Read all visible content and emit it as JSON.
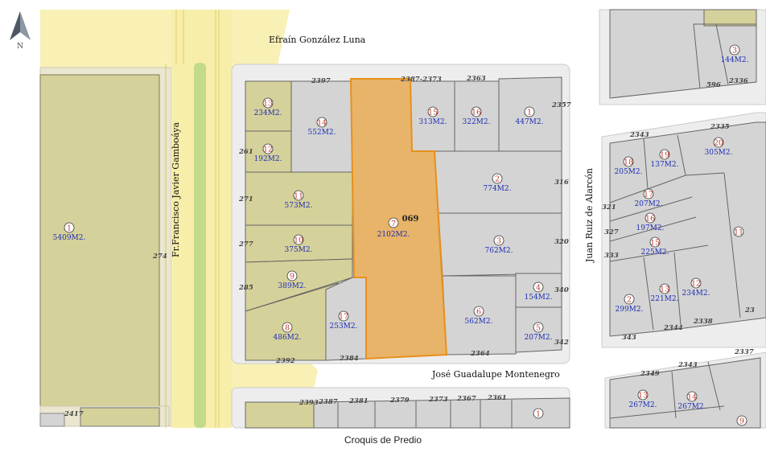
{
  "caption": "Croquis de Predio",
  "north_label": "N",
  "streets": {
    "top": "Efraín González Luna",
    "bottom": "José Guadalupe Montenegro",
    "left": "Fr.Francisco Javier Gamboáya",
    "right": "Juan Ruiz de Alarcón"
  },
  "colors": {
    "highlight": "#e8b469",
    "highlight_border": "#e8901c",
    "lot_gray": "#d4d4d4",
    "lot_olive": "#d5d19a",
    "zone_yellow": "#f8f0b4",
    "median_green": "#c3d98c"
  },
  "selected_lot": {
    "number": "7",
    "area": "2102M2.",
    "tag": "069"
  },
  "lots": [
    {
      "n": "1",
      "a": "5409M2."
    },
    {
      "n": "13",
      "a": "234M2."
    },
    {
      "n": "14",
      "a": "552M2."
    },
    {
      "n": "12",
      "a": "192M2."
    },
    {
      "n": "11",
      "a": "573M2."
    },
    {
      "n": "10",
      "a": "375M2."
    },
    {
      "n": "9",
      "a": "389M2."
    },
    {
      "n": "8",
      "a": "486M2."
    },
    {
      "n": "17",
      "a": "253M2."
    },
    {
      "n": "15",
      "a": "313M2."
    },
    {
      "n": "16",
      "a": "322M2."
    },
    {
      "n": "1",
      "a": "447M2."
    },
    {
      "n": "2",
      "a": "774M2."
    },
    {
      "n": "3",
      "a": "762M2."
    },
    {
      "n": "4",
      "a": "154M2."
    },
    {
      "n": "6",
      "a": "562M2."
    },
    {
      "n": "5",
      "a": "207M2."
    },
    {
      "n": "3",
      "a": "144M2."
    },
    {
      "n": "18",
      "a": "205M2."
    },
    {
      "n": "19",
      "a": "137M2."
    },
    {
      "n": "20",
      "a": "305M2."
    },
    {
      "n": "17",
      "a": "207M2."
    },
    {
      "n": "16",
      "a": "197M2."
    },
    {
      "n": "15",
      "a": "225M2."
    },
    {
      "n": "11",
      "a": ""
    },
    {
      "n": "2",
      "a": "299M2."
    },
    {
      "n": "13",
      "a": "221M2."
    },
    {
      "n": "12",
      "a": "234M2."
    },
    {
      "n": "13",
      "a": "267M2."
    },
    {
      "n": "14",
      "a": "267M2."
    },
    {
      "n": "9",
      "a": ""
    },
    {
      "n": "1",
      "a": ""
    }
  ],
  "addresses": [
    "2397",
    "2387-2373",
    "2363",
    "2357",
    "316",
    "320",
    "340",
    "342",
    "2364",
    "2384",
    "2392",
    "285",
    "277",
    "271",
    "261",
    "274",
    "2393",
    "2387",
    "2381",
    "2379",
    "2373",
    "2367",
    "2361",
    "2417",
    "596",
    "2336",
    "2343",
    "2335",
    "321",
    "327",
    "333",
    "343",
    "2344",
    "2338",
    "2349",
    "2343",
    "2337",
    "23"
  ]
}
